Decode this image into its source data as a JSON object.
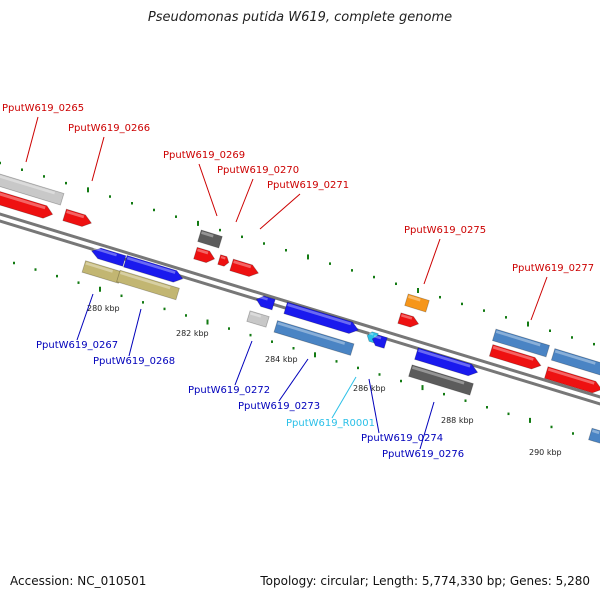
{
  "title": "Pseudomonas putida W619, complete genome",
  "footer": {
    "accession": "Accession: NC_010501",
    "summary": "Topology: circular; Length: 5,774,330 bp; Genes: 5,280"
  },
  "colors": {
    "red": "#ee1111",
    "blue": "#1a1aee",
    "cyan": "#2bc0e8",
    "steel": "#4a84c4",
    "gray_light": "#c8c8c8",
    "gray_dark": "#5c5c5c",
    "olive": "#c2b672",
    "orange": "#f6961a",
    "tick": "#127a12"
  },
  "scale_labels": [
    "280 kbp",
    "282 kbp",
    "284 kbp",
    "286 kbp",
    "288 kbp",
    "290 kbp"
  ],
  "gene_labels": [
    {
      "name": "PputW619_0265",
      "color": "#cc0000"
    },
    {
      "name": "PputW619_0266",
      "color": "#cc0000"
    },
    {
      "name": "PputW619_0269",
      "color": "#cc0000"
    },
    {
      "name": "PputW619_0270",
      "color": "#cc0000"
    },
    {
      "name": "PputW619_0271",
      "color": "#cc0000"
    },
    {
      "name": "PputW619_0275",
      "color": "#cc0000"
    },
    {
      "name": "PputW619_0277",
      "color": "#cc0000"
    },
    {
      "name": "PputW619_0267",
      "color": "#0000bb"
    },
    {
      "name": "PputW619_0268",
      "color": "#0000bb"
    },
    {
      "name": "PputW619_0272",
      "color": "#0000bb"
    },
    {
      "name": "PputW619_0273",
      "color": "#0000bb"
    },
    {
      "name": "PputW619_R0001",
      "color": "#2bc0e8"
    },
    {
      "name": "PputW619_0274",
      "color": "#0000bb"
    },
    {
      "name": "PputW619_0276",
      "color": "#0000bb"
    }
  ]
}
